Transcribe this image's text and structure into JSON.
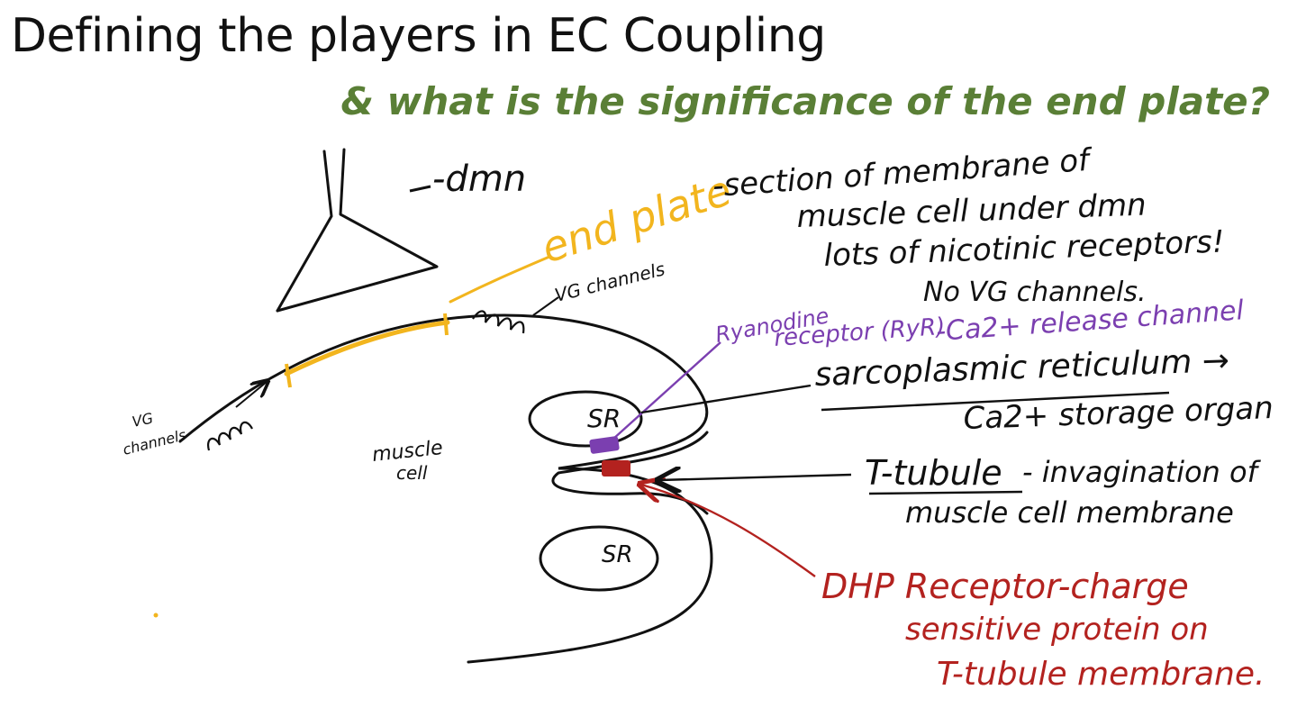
{
  "slide": {
    "title": "Defining the players in EC Coupling",
    "subtitle": "& what is the significance of the end plate?"
  },
  "labels": {
    "dmn": "-dmn",
    "end_plate": "end plate",
    "end_plate_def_1": "-section of membrane of",
    "end_plate_def_2": "muscle cell under dmn",
    "end_plate_def_3": "lots of nicotinic receptors!",
    "end_plate_def_4": "No VG channels.",
    "vg_channels_top": "VG channels",
    "vg_channels_left_1": "VG",
    "vg_channels_left_2": "channels",
    "muscle_cell_1": "muscle",
    "muscle_cell_2": "cell",
    "sr_upper": "SR",
    "sr_lower": "SR",
    "ryr_1": "Ryanodine",
    "ryr_2": "receptor (RyR)",
    "ryr_3": "-Ca2+ release channel",
    "sr_def_1": "sarcoplasmic reticulum →",
    "sr_def_2": "Ca2+ storage organ",
    "ttubule_1": "T-tubule",
    "ttubule_2": "- invagination of",
    "ttubule_3": "muscle cell membrane",
    "dhp_1": "DHP Receptor-charge",
    "dhp_2": "sensitive protein on",
    "dhp_3": "T-tubule membrane."
  },
  "colors": {
    "ink": "#111111",
    "end_plate": "#f2b51e",
    "ryr": "#7b3fb0",
    "dhp": "#b3221f",
    "subtitle": "#5a7f36"
  }
}
